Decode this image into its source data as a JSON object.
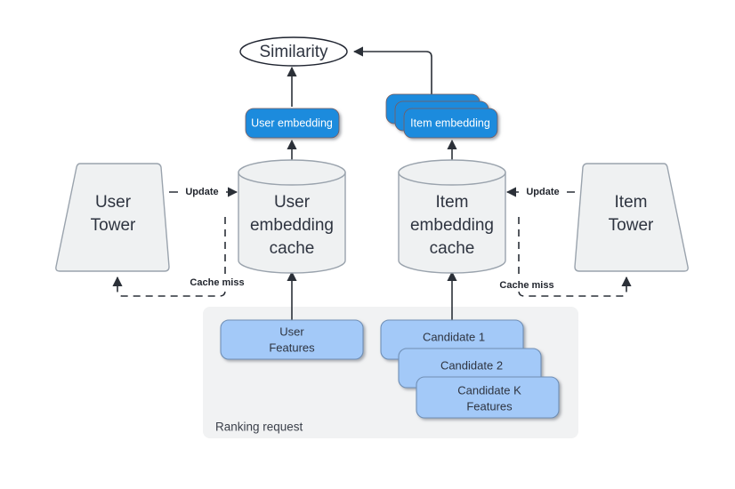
{
  "diagram": {
    "title_nodes": {
      "similarity": "Similarity",
      "user_embedding": "User embedding",
      "item_embedding": "Item embedding",
      "user_tower": [
        "User",
        "Tower"
      ],
      "item_tower": [
        "Item",
        "Tower"
      ],
      "user_cache": [
        "User",
        "embedding",
        "cache"
      ],
      "item_cache": [
        "Item",
        "embedding",
        "cache"
      ],
      "user_features": [
        "User",
        "Features"
      ],
      "candidate_1": "Candidate 1",
      "candidate_2": "Candidate 2",
      "candidate_k": [
        "Candidate K",
        "Features"
      ],
      "ranking_request": "Ranking request"
    },
    "edge_labels": {
      "update_left": "Update",
      "update_right": "Update",
      "cache_miss_left": "Cache miss",
      "cache_miss_right": "Cache miss"
    },
    "colors": {
      "embedding_blue": "#1f8bdd",
      "feature_light_blue": "#a3c9f8",
      "shape_gray": "#eff1f2",
      "shape_stroke": "#9aa3ad",
      "panel_gray": "#f1f2f3",
      "line_dark": "#2b3038",
      "text_dark": "#2e3440",
      "text_white": "#ffffff"
    }
  }
}
